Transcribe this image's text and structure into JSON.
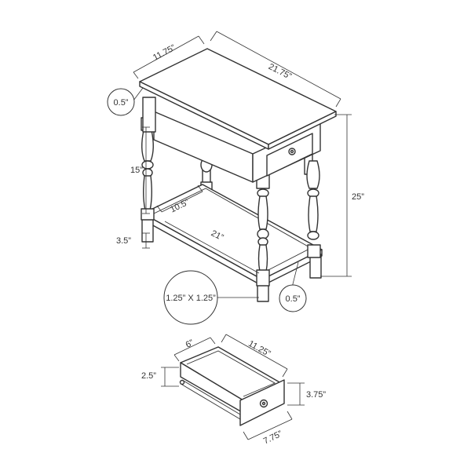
{
  "table_dimensions": {
    "top_depth": "11.75”",
    "top_width": "21.75”",
    "top_thickness": "0.5”",
    "leg_clearance": "15”",
    "height": "25”",
    "shelf_depth": "10.5”",
    "shelf_width": "21”",
    "foot_height": "3.5”",
    "leg_section": "1.25” X 1.25”",
    "shelf_thickness": "0.5”"
  },
  "drawer_dimensions": {
    "inner_depth": "6”",
    "inner_width": "11.25”",
    "inner_height": "2.5”",
    "outer_height": "3.75”",
    "outer_width": "7.75”"
  }
}
